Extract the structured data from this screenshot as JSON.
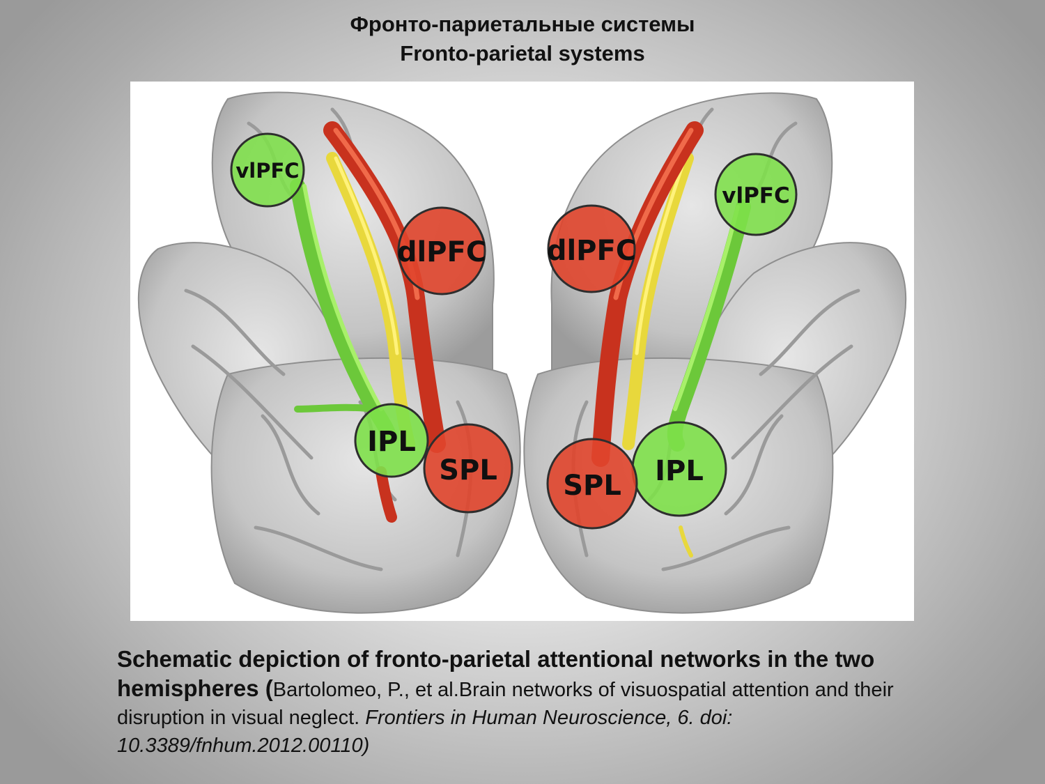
{
  "slide": {
    "title_ru": "Фронто-париетальные системы",
    "title_en": "Fronto-parietal systems"
  },
  "figure": {
    "regions": {
      "left_vlpfc": "vlPFC",
      "left_dlpfc": "dlPFC",
      "left_ipl": "IPL",
      "left_spl": "SPL",
      "right_vlpfc": "vlPFC",
      "right_dlpfc": "dlPFC",
      "right_ipl": "IPL",
      "right_spl": "SPL"
    },
    "colors": {
      "ventral_network": "#7ee04a",
      "dorsal_network": "#e0452c",
      "middle_tract": "#f2e24a",
      "brain": "#c8c8c8"
    }
  },
  "caption": {
    "bold": "Schematic depiction of fronto-parietal attentional networks in the two hemispheres (",
    "normal": "Bartolomeo, P., et al.Brain networks of visuospatial attention and their disruption in visual neglect. ",
    "italic": "Frontiers in Human Neuroscience, 6. doi: 10.3389/fnhum.2012.00110)"
  }
}
